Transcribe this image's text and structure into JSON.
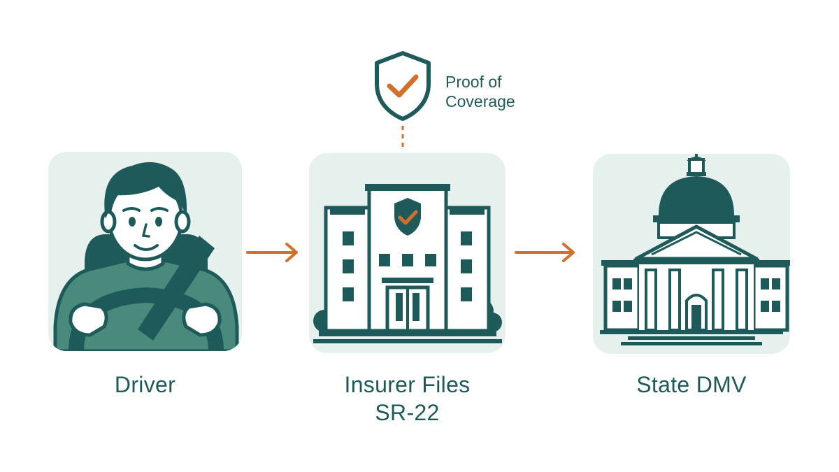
{
  "diagram": {
    "steps": [
      {
        "id": "driver",
        "label": "Driver",
        "icon": "driver-icon"
      },
      {
        "id": "insurer",
        "label_line1": "Insurer Files",
        "label_line2": "SR-22",
        "icon": "insurance-building-icon"
      },
      {
        "id": "dmv",
        "label": "State DMV",
        "icon": "capitol-building-icon"
      }
    ],
    "annotation": {
      "line1": "Proof of",
      "line2": "Coverage",
      "icon": "shield-check-icon"
    }
  },
  "colors": {
    "primary": "#1f5a5a",
    "accent": "#d36f2c",
    "card_bg": "#e6f0ed",
    "skin": "#ffffff",
    "shirt": "#4a8a7c"
  }
}
